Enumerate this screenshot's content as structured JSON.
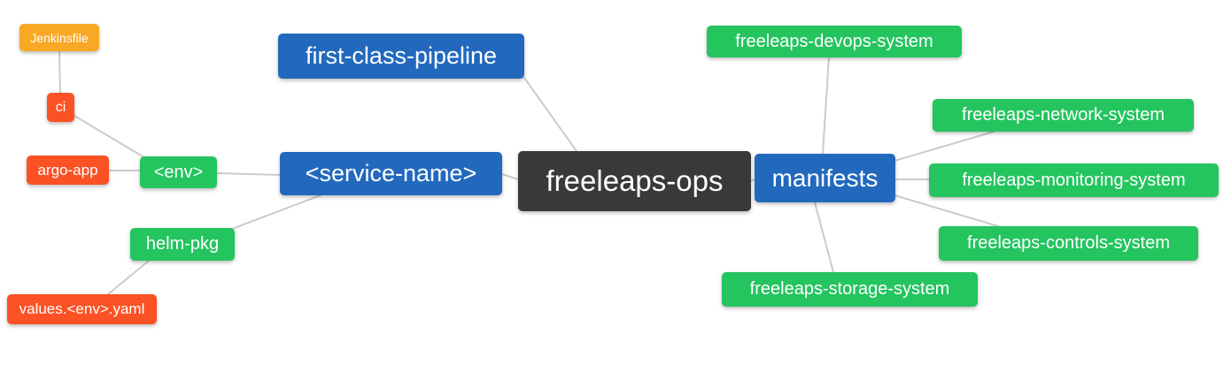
{
  "diagram": {
    "type": "mindmap",
    "root_label": "freeleaps-ops",
    "colors": {
      "root": "#3b3838",
      "branch": "#2269be",
      "leaf_green": "#24c45f",
      "leaf_red": "#fa5224",
      "leaf_orange": "#f9a826",
      "edge": "#cbcbcb",
      "background": "#ffffff",
      "text": "#ffffff"
    },
    "nodes": {
      "jenkinsfile": {
        "label": "Jenkinsfile"
      },
      "ci": {
        "label": "ci"
      },
      "argo_app": {
        "label": "argo-app"
      },
      "env": {
        "label": "<env>"
      },
      "helm_pkg": {
        "label": "helm-pkg"
      },
      "values_env_yaml": {
        "label": "values.<env>.yaml"
      },
      "first_class_pipeline": {
        "label": "first-class-pipeline"
      },
      "service_name": {
        "label": "<service-name>"
      },
      "freeleaps_ops": {
        "label": "freeleaps-ops"
      },
      "manifests": {
        "label": "manifests"
      },
      "devops_system": {
        "label": "freeleaps-devops-system"
      },
      "network_system": {
        "label": "freeleaps-network-system"
      },
      "monitoring_system": {
        "label": "freeleaps-monitoring-system"
      },
      "controls_system": {
        "label": "freeleaps-controls-system"
      },
      "storage_system": {
        "label": "freeleaps-storage-system"
      }
    },
    "edges": [
      [
        "Jenkinsfile",
        "ci"
      ],
      [
        "ci",
        "<env>"
      ],
      [
        "argo-app",
        "<env>"
      ],
      [
        "<env>",
        "<service-name>"
      ],
      [
        "helm-pkg",
        "<service-name>"
      ],
      [
        "values.<env>.yaml",
        "helm-pkg"
      ],
      [
        "first-class-pipeline",
        "freeleaps-ops"
      ],
      [
        "<service-name>",
        "freeleaps-ops"
      ],
      [
        "freeleaps-ops",
        "manifests"
      ],
      [
        "manifests",
        "freeleaps-devops-system"
      ],
      [
        "manifests",
        "freeleaps-network-system"
      ],
      [
        "manifests",
        "freeleaps-monitoring-system"
      ],
      [
        "manifests",
        "freeleaps-controls-system"
      ],
      [
        "manifests",
        "freeleaps-storage-system"
      ]
    ]
  }
}
